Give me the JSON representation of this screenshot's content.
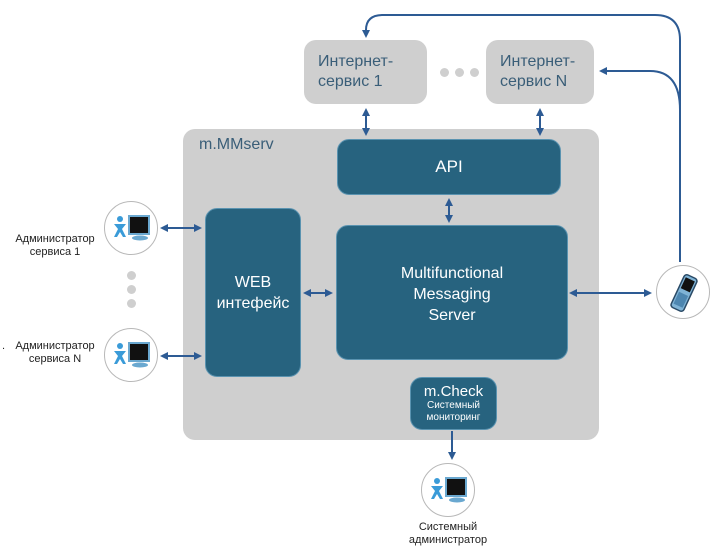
{
  "services": {
    "service_1": "Интернет-\nсервис 1",
    "service_n": "Интернет-\nсервис N"
  },
  "container": {
    "title": "m.MMserv"
  },
  "blocks": {
    "api": "API",
    "web": "WEB\nинтефейс",
    "server": "Multifunctional\nMessaging\nServer",
    "mcheck_title": "m.Check",
    "mcheck_sub": "Системный\nмониторинг"
  },
  "actors": {
    "admin_1": "Администратор\nсервиса 1",
    "admin_n": "Администратор\nсервиса N",
    "sys_admin": "Системный\nадминистратор",
    "admin_n_prefix": "."
  },
  "colors": {
    "block_blue": "#27637f",
    "arrow_blue": "#2d5b94",
    "container_gray": "#cfcfcf"
  }
}
